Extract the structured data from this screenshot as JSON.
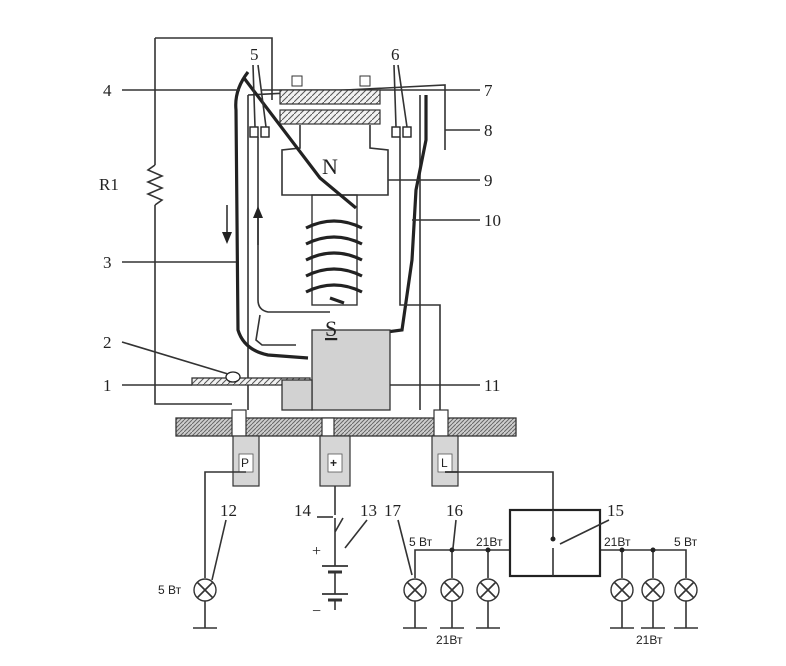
{
  "callouts": {
    "n1": "1",
    "n2": "2",
    "n3": "3",
    "n4": "4",
    "n5": "5",
    "n6": "6",
    "n7": "7",
    "n8": "8",
    "n9": "9",
    "n10": "10",
    "n11": "11",
    "n12": "12",
    "n13": "13",
    "n14": "14",
    "n15": "15",
    "n16": "16",
    "n17": "17"
  },
  "resistor_label": "R1",
  "poles": {
    "north": "N",
    "south": "S"
  },
  "terminals": {
    "p": "P",
    "plus": "+",
    "l": "L"
  },
  "battery": {
    "plus": "+",
    "minus": "−"
  },
  "lamp_labels": {
    "p_lamp": "5 Вт",
    "left_5": "5 Вт",
    "left_21_top": "21Вт",
    "left_21_bottom": "21Вт",
    "right_21_top": "21Вт",
    "right_5": "5 Вт",
    "right_21_bottom": "21Вт"
  }
}
